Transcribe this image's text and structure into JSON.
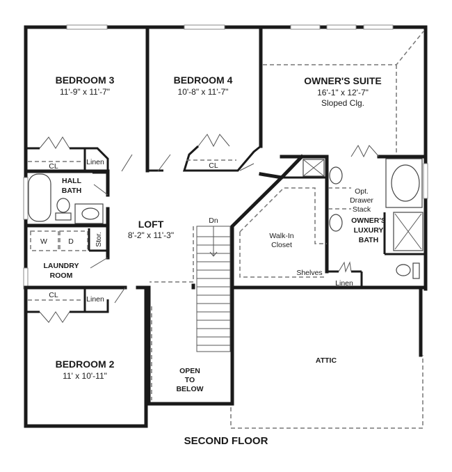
{
  "floor_title": "SECOND FLOOR",
  "rooms": {
    "bedroom3": {
      "name": "BEDROOM 3",
      "dims": "11'-9\" x 11'-7\""
    },
    "bedroom4": {
      "name": "BEDROOM 4",
      "dims": "10'-8\" x 11'-7\""
    },
    "owners_suite": {
      "name": "OWNER'S SUITE",
      "dims": "16'-1\" x 12'-7\"",
      "note": "Sloped Clg."
    },
    "hall_bath": {
      "line1": "HALL",
      "line2": "BATH"
    },
    "loft": {
      "name": "LOFT",
      "dims": "8'-2\" x 11'-3\""
    },
    "laundry": {
      "line1": "LAUNDRY",
      "line2": "ROOM"
    },
    "walk_in_closet": {
      "line1": "Walk-In",
      "line2": "Closet"
    },
    "owners_bath": {
      "line1": "OWNER'S",
      "line2": "LUXURY",
      "line3": "BATH"
    },
    "bedroom2": {
      "name": "BEDROOM 2",
      "dims": "11' x 10'-11\""
    },
    "open_below": {
      "line1": "OPEN",
      "line2": "TO",
      "line3": "BELOW"
    },
    "attic": {
      "name": "ATTIC"
    }
  },
  "labels": {
    "cl_bed3": "CL",
    "cl_bed4": "CL",
    "cl_bed2": "CL",
    "linen_top": "Linen",
    "linen_bottom": "Linen",
    "linen_owner": "Linen",
    "stor": "Stor.",
    "washer": "W",
    "dryer": "D",
    "stairs_dn": "Dn",
    "shelves": "Shelves",
    "drawer_line1": "Opt.",
    "drawer_line2": "Drawer",
    "drawer_line3": "Stack"
  },
  "colors": {
    "wall": "#1a1a1a",
    "background": "#ffffff",
    "dashed": "#777777"
  }
}
